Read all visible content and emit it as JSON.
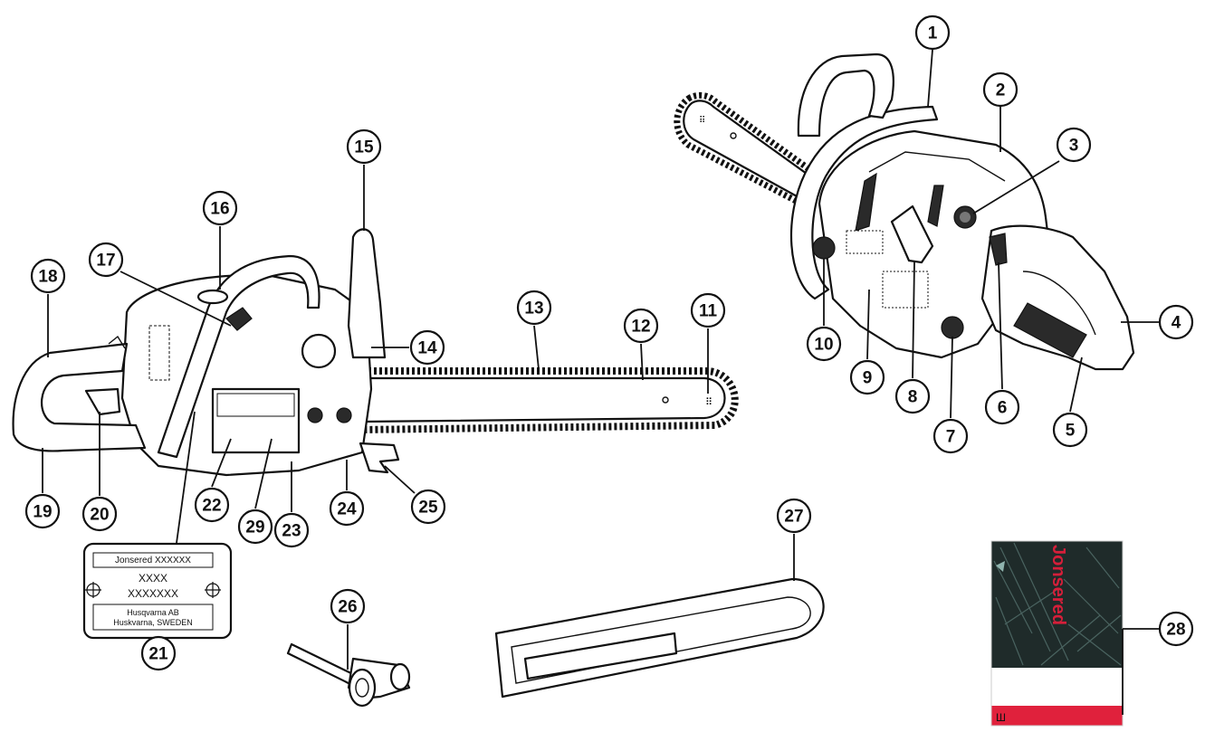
{
  "colors": {
    "line": "#111111",
    "background": "#ffffff",
    "manual_cover_dark": "#1f2b2a",
    "manual_accent_red": "#e0213c"
  },
  "callouts": [
    {
      "id": "1",
      "label": "1"
    },
    {
      "id": "2",
      "label": "2"
    },
    {
      "id": "3",
      "label": "3"
    },
    {
      "id": "4",
      "label": "4"
    },
    {
      "id": "5",
      "label": "5"
    },
    {
      "id": "6",
      "label": "6"
    },
    {
      "id": "7",
      "label": "7"
    },
    {
      "id": "8",
      "label": "8"
    },
    {
      "id": "9",
      "label": "9"
    },
    {
      "id": "10",
      "label": "10"
    },
    {
      "id": "11",
      "label": "11"
    },
    {
      "id": "12",
      "label": "12"
    },
    {
      "id": "13",
      "label": "13"
    },
    {
      "id": "14",
      "label": "14"
    },
    {
      "id": "15",
      "label": "15"
    },
    {
      "id": "16",
      "label": "16"
    },
    {
      "id": "17",
      "label": "17"
    },
    {
      "id": "18",
      "label": "18"
    },
    {
      "id": "19",
      "label": "19"
    },
    {
      "id": "20",
      "label": "20"
    },
    {
      "id": "21",
      "label": "21"
    },
    {
      "id": "22",
      "label": "22"
    },
    {
      "id": "23",
      "label": "23"
    },
    {
      "id": "24",
      "label": "24"
    },
    {
      "id": "25",
      "label": "25"
    },
    {
      "id": "26",
      "label": "26"
    },
    {
      "id": "27",
      "label": "27"
    },
    {
      "id": "28",
      "label": "28"
    },
    {
      "id": "29",
      "label": "29"
    }
  ],
  "rating_plate": {
    "model_line": "Jonsered XXXXXX",
    "code_line_1": "XXXX",
    "code_line_2": "XXXXXXX",
    "maker_line_1": "Husqvarna AB",
    "maker_line_2": "Huskvarna, SWEDEN"
  },
  "manual_cover": {
    "brand": "Jonsered",
    "footer_mark": "Ш"
  }
}
